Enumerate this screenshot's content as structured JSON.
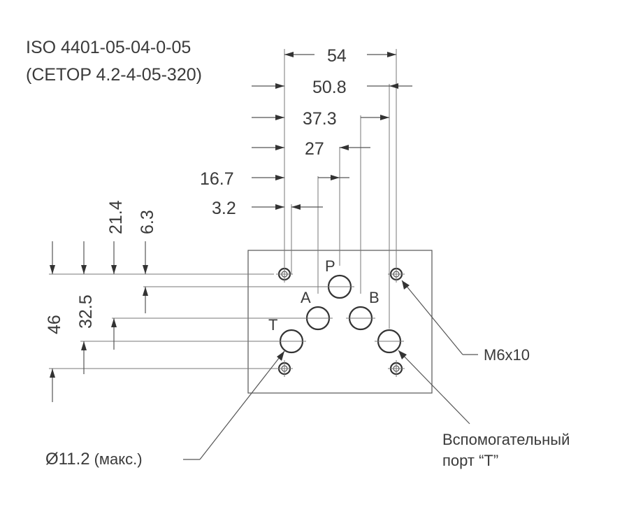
{
  "title": {
    "line1": "ISO 4401-05-04-0-05",
    "line2": "(CETOP 4.2-4-05-320)"
  },
  "dimensions_horizontal": [
    "54",
    "50.8",
    "37.3",
    "27",
    "16.7",
    "3.2"
  ],
  "dimensions_vertical": [
    "21.4",
    "6.3",
    "46",
    "32.5"
  ],
  "ports": {
    "p": "P",
    "a": "A",
    "b": "B",
    "t": "T"
  },
  "callouts": {
    "thread": "M6x10",
    "diameter": "Ø11.2",
    "diameter_note": "(макс.)",
    "aux_port_line1": "Вспомогательный",
    "aux_port_line2": "порт “T”"
  }
}
